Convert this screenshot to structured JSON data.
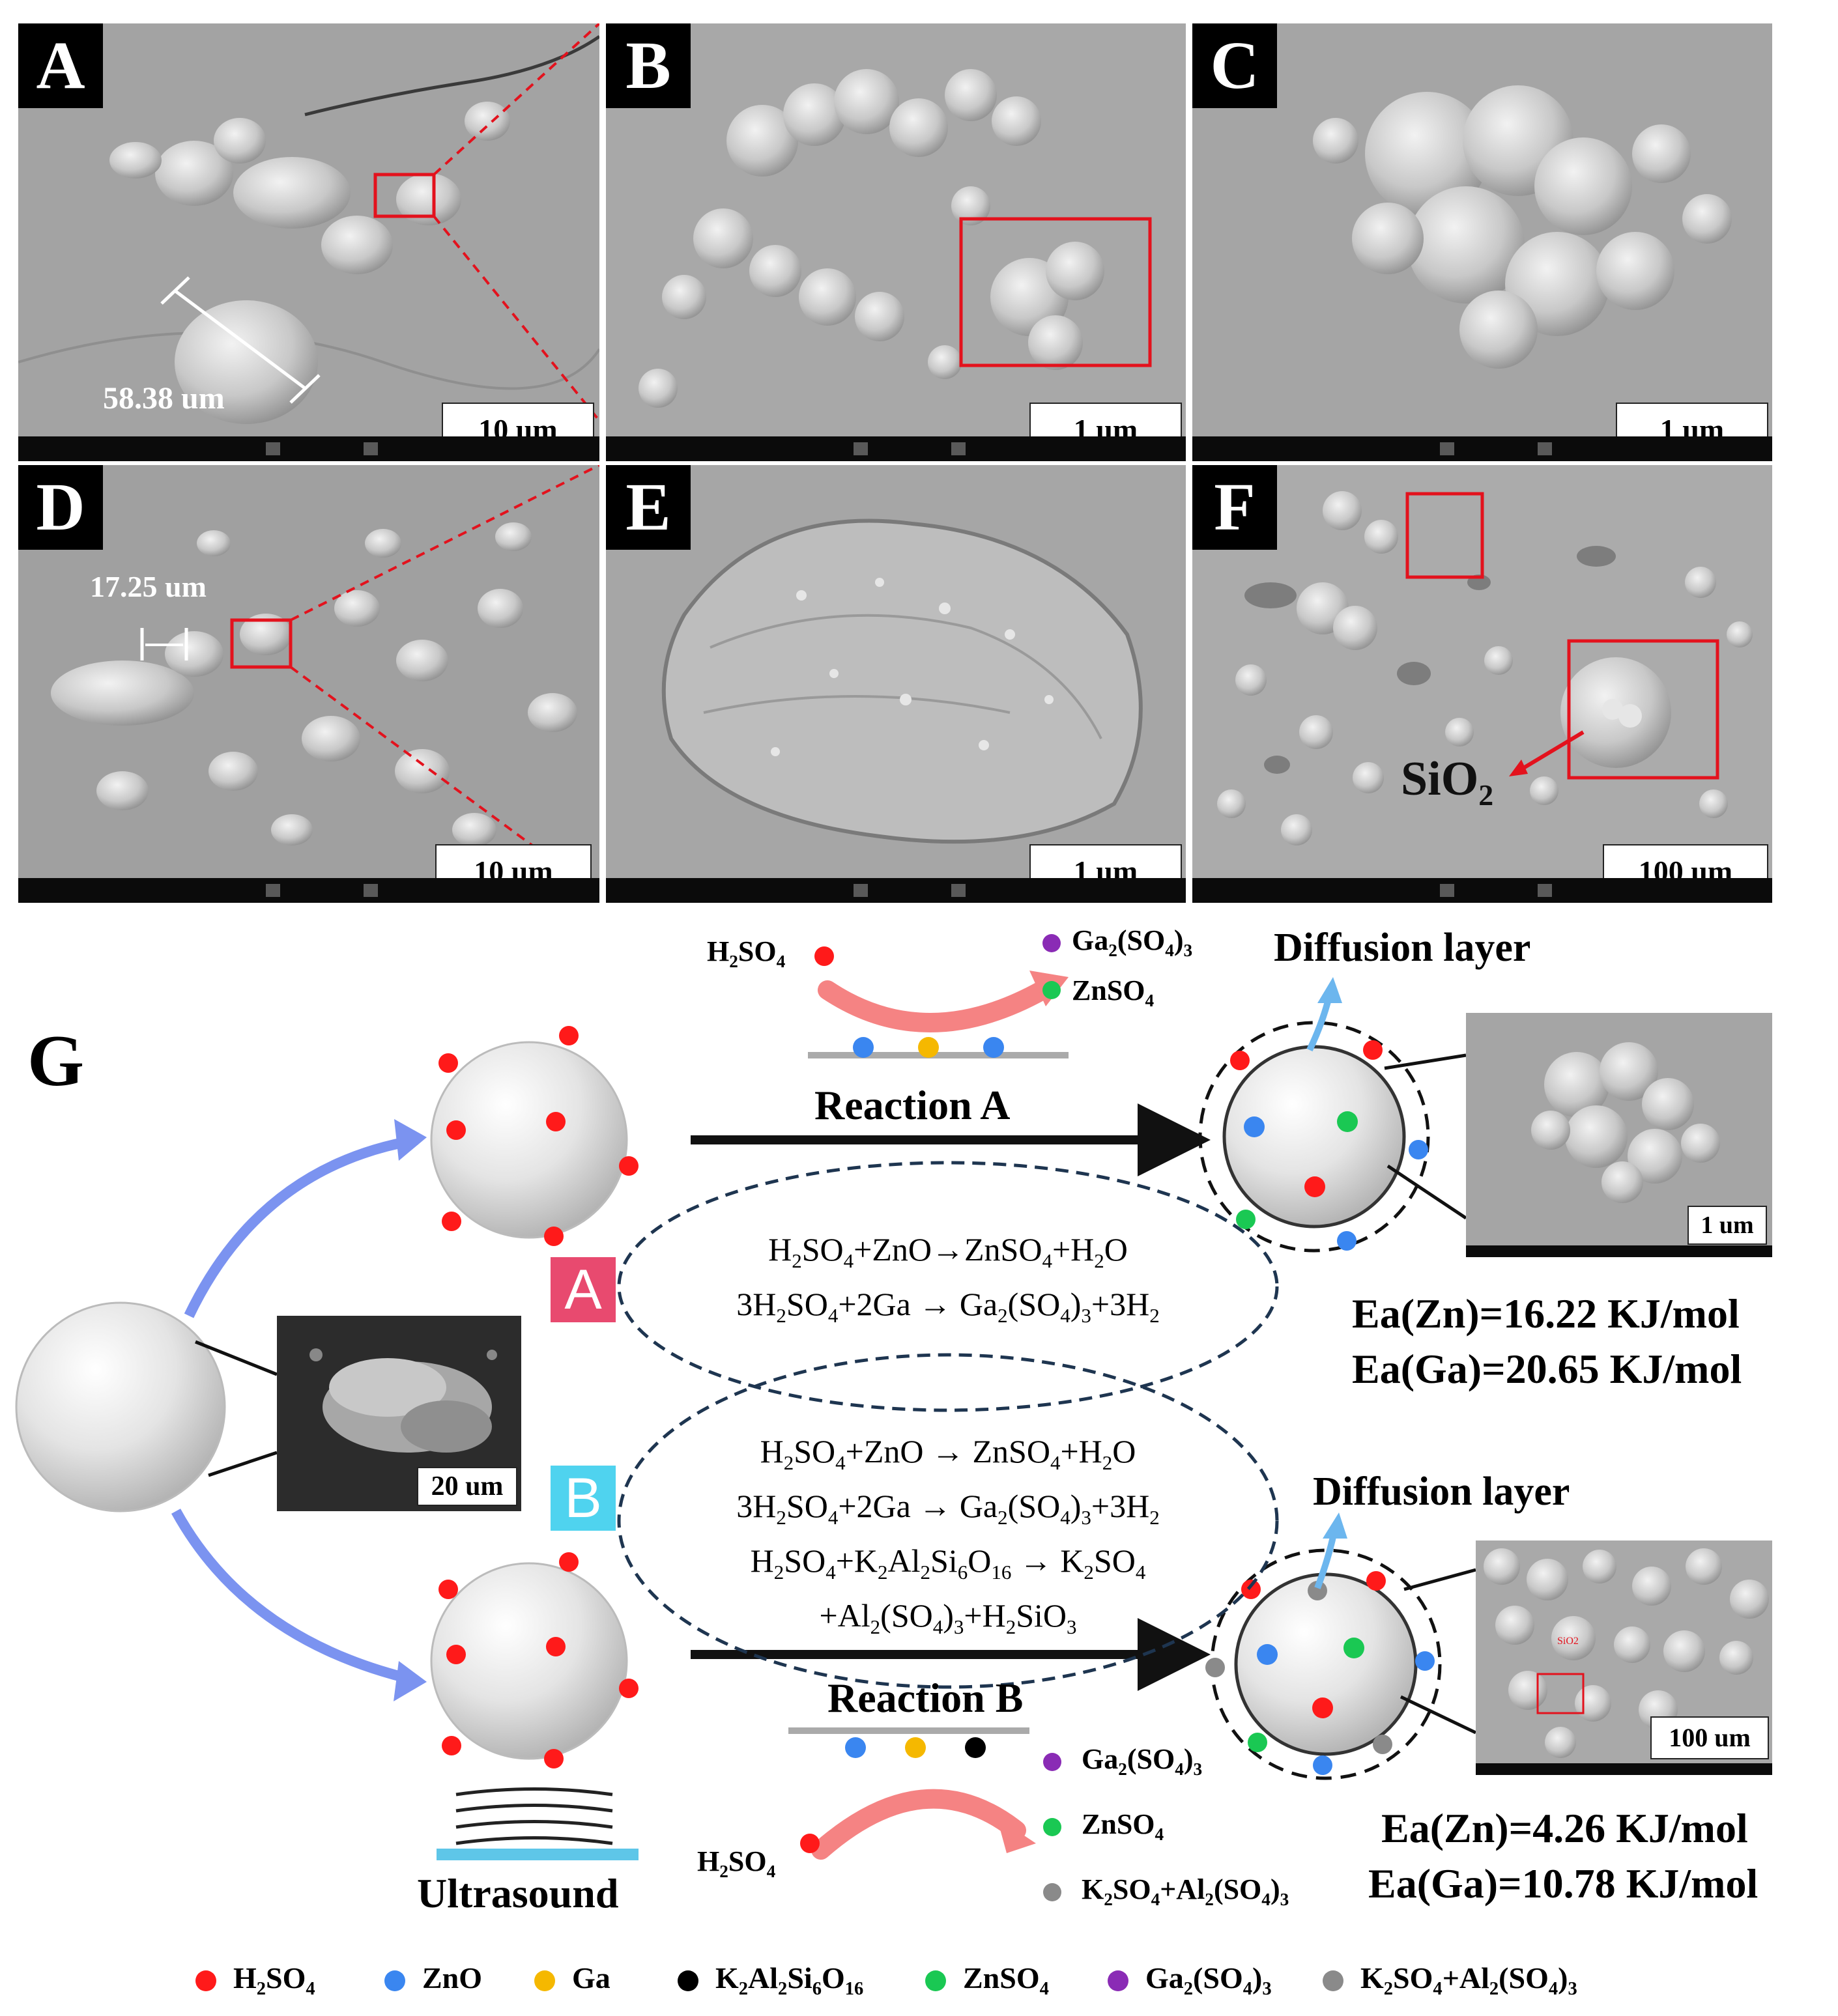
{
  "panels": {
    "a": {
      "letter": "A",
      "scale": "10 um",
      "measure": "58.38 um"
    },
    "b": {
      "letter": "B",
      "scale": "1 um"
    },
    "c": {
      "letter": "C",
      "scale": "1 um"
    },
    "d": {
      "letter": "D",
      "scale": "10 um",
      "measure": "17.25 um"
    },
    "e": {
      "letter": "E",
      "scale": "1 um"
    },
    "f": {
      "letter": "F",
      "scale": "100 um",
      "annotation": "SiO",
      "annotation_sub": "2"
    }
  },
  "schematic": {
    "letter": "G",
    "raw_scale": "20 um",
    "ultrasound": "Ultrasound",
    "reaction_a": {
      "label": "Reaction A",
      "badge": "A",
      "badge_color": "#e84a6f",
      "diffusion": "Diffusion layer",
      "inset_scale": "1 um",
      "ea_zn": "Ea(Zn)=16.22 KJ/mol",
      "ea_ga": "Ea(Ga)=20.65 KJ/mol"
    },
    "reaction_b": {
      "label": "Reaction B",
      "badge": "B",
      "badge_color": "#4fd3ef",
      "diffusion": "Diffusion layer",
      "inset_scale": "100 um",
      "inset_annotation": "SiO2",
      "ea_zn": "Ea(Zn)=4.26 KJ/mol",
      "ea_ga": "Ea(Ga)=10.78 KJ/mol"
    }
  },
  "legend": [
    {
      "label": "H2SO4",
      "color": "#ff1a1a"
    },
    {
      "label": "ZnO",
      "color": "#3a86f0"
    },
    {
      "label": "Ga",
      "color": "#f5b800"
    },
    {
      "label": "K2Al2Si6O16",
      "color": "#000000"
    },
    {
      "label": "ZnSO4",
      "color": "#1ac853"
    },
    {
      "label": "Ga2(SO4)3",
      "color": "#8a2bb5"
    },
    {
      "label": "K2SO4+Al2(SO4)3",
      "color": "#8a8a8a"
    }
  ],
  "colors": {
    "arrow_blue": "#7b93f0",
    "arrow_pink": "#f58383",
    "outflow": "#6cb6ee",
    "ultrasound_bar": "#5ec6e8"
  }
}
